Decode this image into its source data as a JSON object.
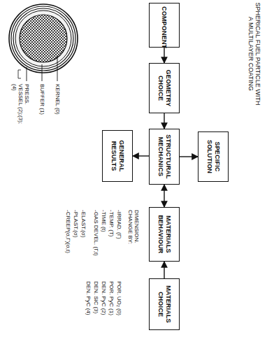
{
  "diagram": {
    "nodes": [
      {
        "text": [
          "COMPONENT"
        ]
      },
      {
        "text": [
          "GEOMETRY CHOICE"
        ]
      },
      {
        "text": [
          "STRUCTURAL MECHANICS"
        ]
      },
      {
        "text": [
          "MATERIALS BEHAVIOUR"
        ]
      },
      {
        "text": [
          "MATERIALS CHOICE"
        ]
      },
      {
        "text": [
          "SPECIFIC SOLUTION"
        ]
      },
      {
        "text": [
          "GENERAL RESULTS"
        ]
      }
    ],
    "edges": [
      {
        "from": 0,
        "to": 1,
        "arrow": "to"
      },
      {
        "from": 1,
        "to": 2,
        "arrow": "to"
      },
      {
        "from": 2,
        "to": 3,
        "arrow": "both"
      },
      {
        "from": 4,
        "to": 3,
        "arrow": "to"
      },
      {
        "from": 2,
        "to": 5,
        "arrow": "to"
      },
      {
        "from": 2,
        "to": 6,
        "arrow": "to"
      }
    ],
    "labels": [
      "SPHERICAL FUEL PARTICLE WITH A MULTILAYER COATING",
      "KERNEL (0)",
      "BUFFER (1)",
      "PRESS. VESSEL (2);(3);(4)",
      "DIMENSION. CHANGE BY:",
      "-IRRAD. (Γ)",
      "-TEMP. (T)",
      "-TIME (t)",
      "-GAS DEVEL. (Γ,t)",
      "-ELAST.(σ)",
      "-PLAST.(σ)",
      "-CREEP(σ,Γ)(σ,t)",
      "POR. UO₂ (0)",
      "POR. PyC (1)",
      "DEN. PyC (2)",
      "DEN. SiC (3)",
      "DEN. PyC (4)"
    ]
  }
}
